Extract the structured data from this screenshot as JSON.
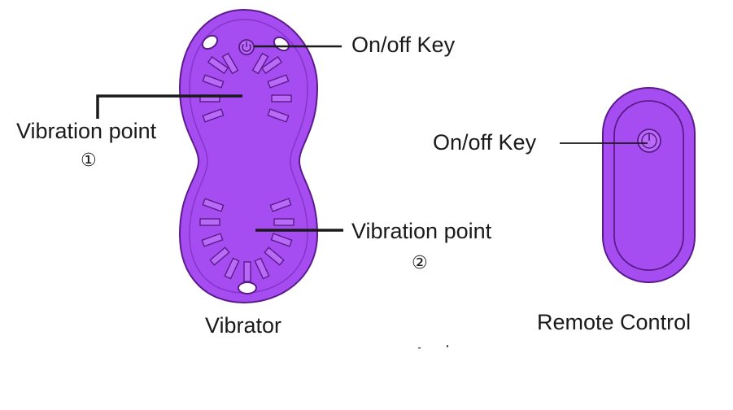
{
  "vibrator": {
    "name_label": "Vibrator",
    "onoff_label": "On/off Key",
    "point1_label": "Vibration point",
    "point1_number": "①",
    "point2_label": "Vibration point",
    "point2_number": "②"
  },
  "remote": {
    "name_label": "Remote Control",
    "onoff_label": "On/off Key"
  },
  "colors": {
    "body_fill": "#A64DF2",
    "outline": "#5B1A8C",
    "rib_fill": "#B96BF7",
    "leader_line": "#1a1a1a"
  },
  "icons": {
    "vibrator_power": "power-icon",
    "remote_power": "power-icon"
  }
}
